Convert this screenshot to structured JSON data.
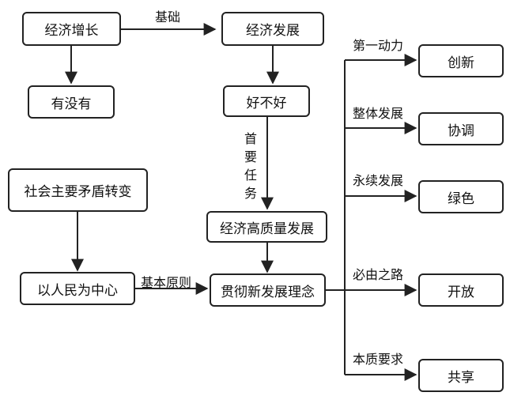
{
  "nodes": {
    "econ_growth": "经济增长",
    "econ_development": "经济发展",
    "has_or_not": "有没有",
    "good_or_not": "好不好",
    "social_contradiction": "社会主要矛盾转变",
    "people_centered": "以人民为中心",
    "high_quality": "经济高质量发展",
    "new_concept": "贯彻新发展理念",
    "innovation": "创新",
    "coordination": "协调",
    "green": "绿色",
    "openness": "开放",
    "sharing": "共享"
  },
  "edge_labels": {
    "foundation": "基础",
    "primary_task": "首要任务",
    "basic_principle": "基本原则",
    "first_driving_force": "第一动力",
    "holistic_development": "整体发展",
    "sustainable_development": "永续发展",
    "necessary_path": "必由之路",
    "essential_requirement": "本质要求"
  }
}
